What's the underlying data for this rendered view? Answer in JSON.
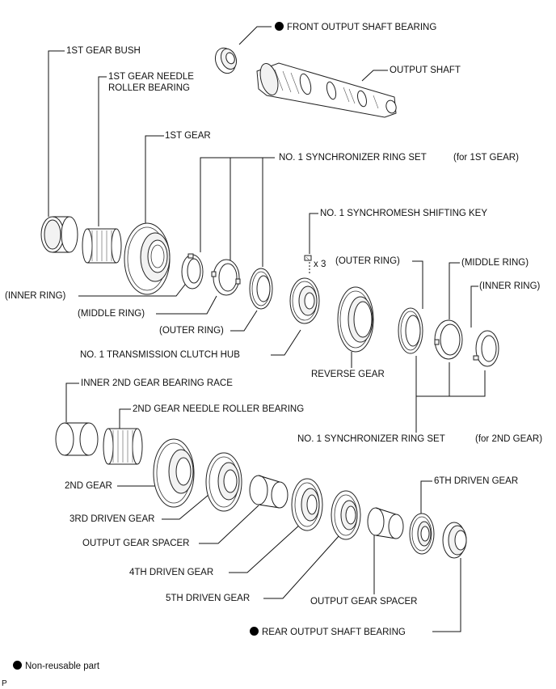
{
  "labels": {
    "front_bearing": "FRONT OUTPUT SHAFT BEARING",
    "output_shaft": "OUTPUT SHAFT",
    "gear_bush_1st": "1ST GEAR BUSH",
    "needle_bearing_1st_line1": "1ST GEAR NEEDLE",
    "needle_bearing_1st_line2": "ROLLER BEARING",
    "gear_1st": "1ST GEAR",
    "sync_ring_set_1": "NO. 1 SYNCHRONIZER RING SET",
    "for_1st_gear": "(for 1ST GEAR)",
    "shifting_key": "NO. 1 SYNCHROMESH SHIFTING KEY",
    "qty_x3": "x 3",
    "inner_ring_1": "(INNER RING)",
    "middle_ring_1": "(MIDDLE RING)",
    "outer_ring_1": "(OUTER RING)",
    "clutch_hub": "NO. 1 TRANSMISSION CLUTCH HUB",
    "outer_ring_2": "(OUTER RING)",
    "middle_ring_2": "(MIDDLE RING)",
    "inner_ring_2": "(INNER RING)",
    "reverse_gear": "REVERSE GEAR",
    "inner_2nd_race": "INNER 2ND GEAR BEARING RACE",
    "needle_bearing_2nd": "2ND GEAR NEEDLE ROLLER BEARING",
    "sync_ring_set_2": "NO. 1 SYNCHRONIZER RING SET",
    "for_2nd_gear": "(for 2ND GEAR)",
    "gear_2nd": "2ND GEAR",
    "driven_gear_3rd": "3RD DRIVEN GEAR",
    "output_gear_spacer_1": "OUTPUT GEAR SPACER",
    "driven_gear_4th": "4TH DRIVEN GEAR",
    "driven_gear_5th": "5TH DRIVEN GEAR",
    "output_gear_spacer_2": "OUTPUT GEAR SPACER",
    "driven_gear_6th": "6TH DRIVEN GEAR",
    "rear_bearing": "REAR OUTPUT SHAFT BEARING",
    "legend_non_reusable": "Non-reusable part",
    "corner_code": "P"
  }
}
